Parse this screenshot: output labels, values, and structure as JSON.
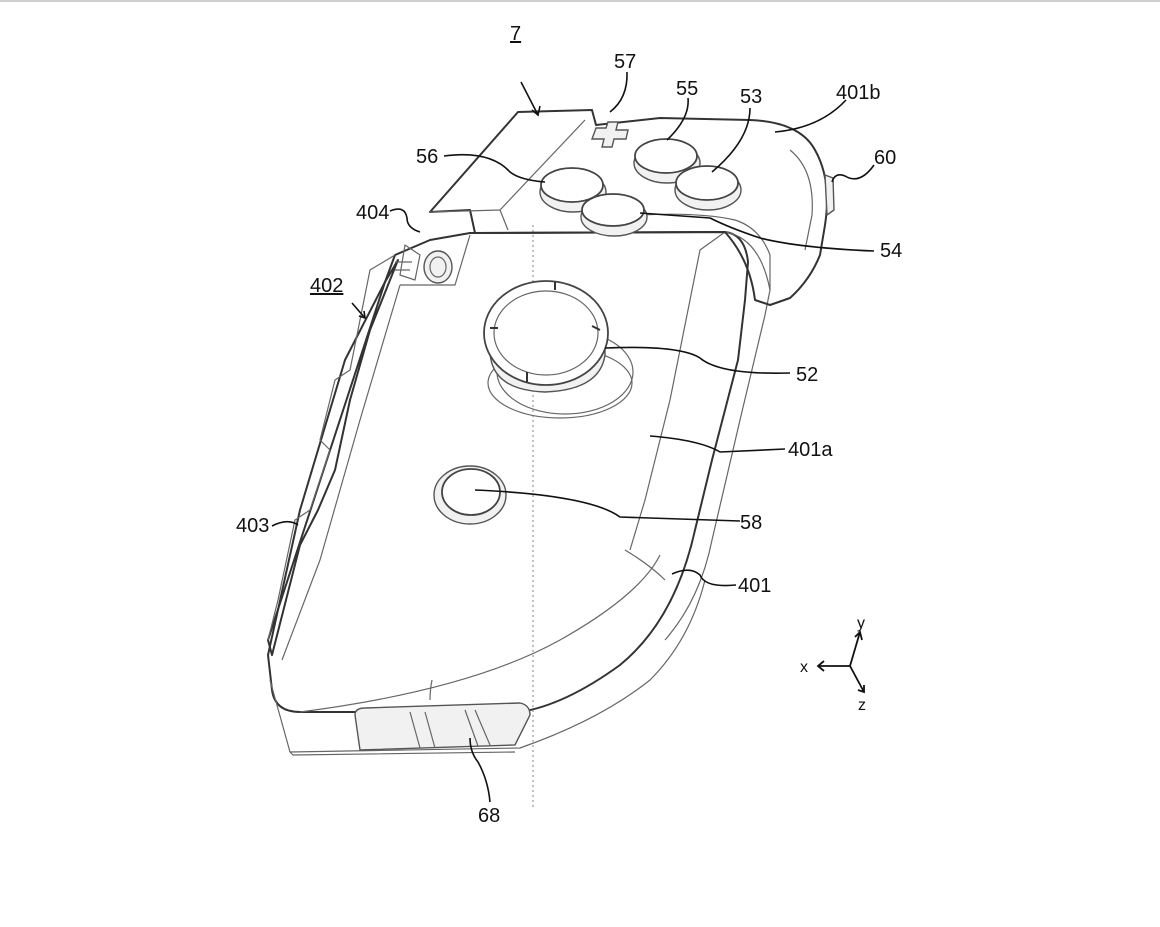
{
  "figure": {
    "labels": {
      "device": "7",
      "button_57": "57",
      "button_55": "55",
      "button_53": "53",
      "surface_401b": "401b",
      "button_60": "60",
      "button_56": "56",
      "part_404": "404",
      "button_54": "54",
      "part_402": "402",
      "stick_52": "52",
      "surface_401a": "401a",
      "part_403": "403",
      "button_58": "58",
      "housing_401": "401",
      "part_68": "68"
    },
    "axes": {
      "x": "x",
      "y": "y",
      "z": "z"
    }
  }
}
